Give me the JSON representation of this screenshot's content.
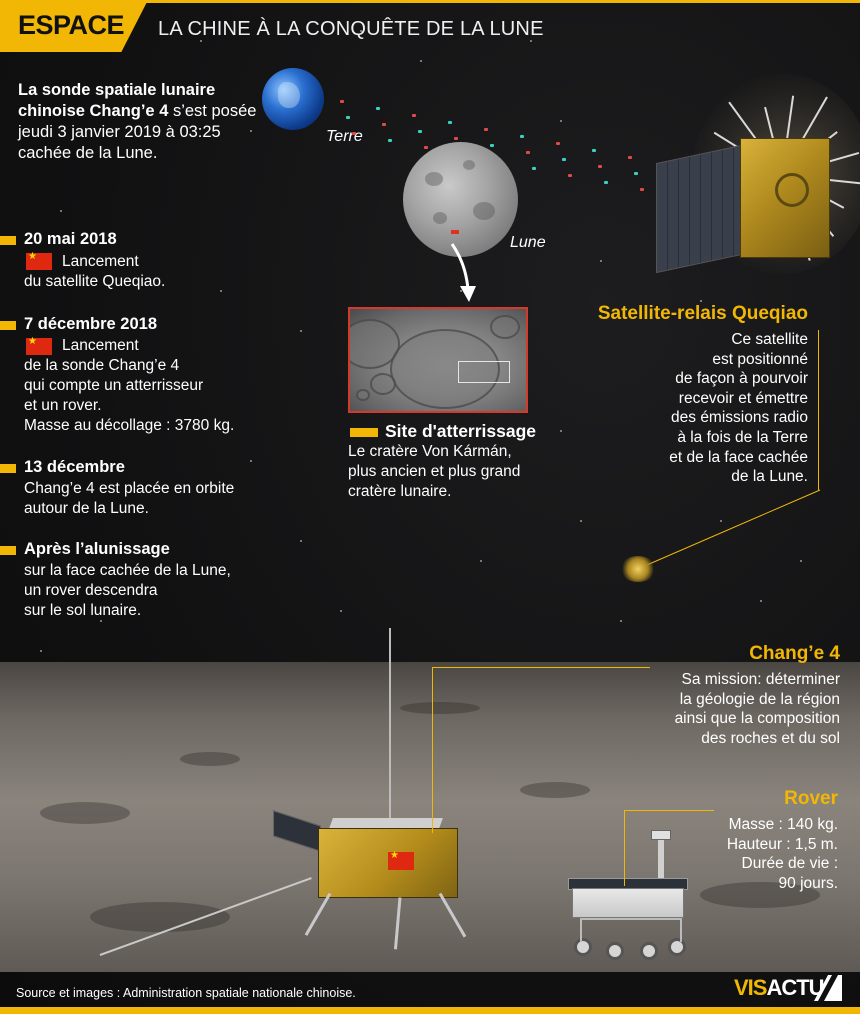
{
  "header": {
    "tag": "ESPACE",
    "title": "LA CHINE À LA CONQUÊTE DE LA LUNE"
  },
  "intro": {
    "bold": "La sonde spatiale lunaire chinoise Chang’e 4",
    "rest": " s’est posée jeudi 3 janvier 2019 à 03:25 cachée de la Lune."
  },
  "labels": {
    "earth": "Terre",
    "moon": "Lune"
  },
  "timeline": [
    {
      "date": "20 mai 2018",
      "flag": true,
      "lines": [
        "Lancement",
        "du satellite Queqiao."
      ]
    },
    {
      "date": "7 décembre 2018",
      "flag": true,
      "lines": [
        "Lancement",
        "de la sonde Chang’e 4",
        "qui compte un atterrisseur",
        "et un rover.",
        "Masse au décollage : 3780 kg."
      ]
    },
    {
      "date": "13 décembre",
      "flag": false,
      "lines": [
        "Chang’e 4 est placée en orbite",
        "autour de la Lune."
      ]
    },
    {
      "date": "Après l’alunissage",
      "flag": false,
      "lines": [
        "sur la face cachée de la Lune,",
        "un rover descendra",
        "sur le sol lunaire."
      ]
    }
  ],
  "landing_site": {
    "title": "Site d'atterrissage",
    "lines": [
      "Le cratère Von Kármán,",
      "plus ancien et plus grand",
      "cratère lunaire."
    ]
  },
  "satellite": {
    "title": "Satellite-relais Queqiao",
    "lines": [
      "Ce satellite",
      "est positionné",
      "de façon à pourvoir",
      "recevoir et émettre",
      "des émissions radio",
      "à la fois de la Terre",
      "et de la face cachée",
      "de la Lune."
    ]
  },
  "change4": {
    "title": "Chang’e 4",
    "lines": [
      "Sa mission: déterminer",
      "la géologie de la région",
      "ainsi que la composition",
      "des roches et du sol"
    ]
  },
  "rover": {
    "title": "Rover",
    "lines": [
      "Masse : 140 kg.",
      "Hauteur : 1,5 m.",
      "Durée de vie :",
      "90 jours."
    ]
  },
  "footer": {
    "source": "Source et images : Administration spatiale nationale chinoise.",
    "logo_a": "VIS",
    "logo_b": "ACTU"
  },
  "colors": {
    "accent": "#f2b705",
    "flag_red": "#de2910",
    "background": "#121212"
  },
  "icons": [
    "china-flag-icon",
    "arrow-down-icon",
    "visactu-logo-icon"
  ]
}
